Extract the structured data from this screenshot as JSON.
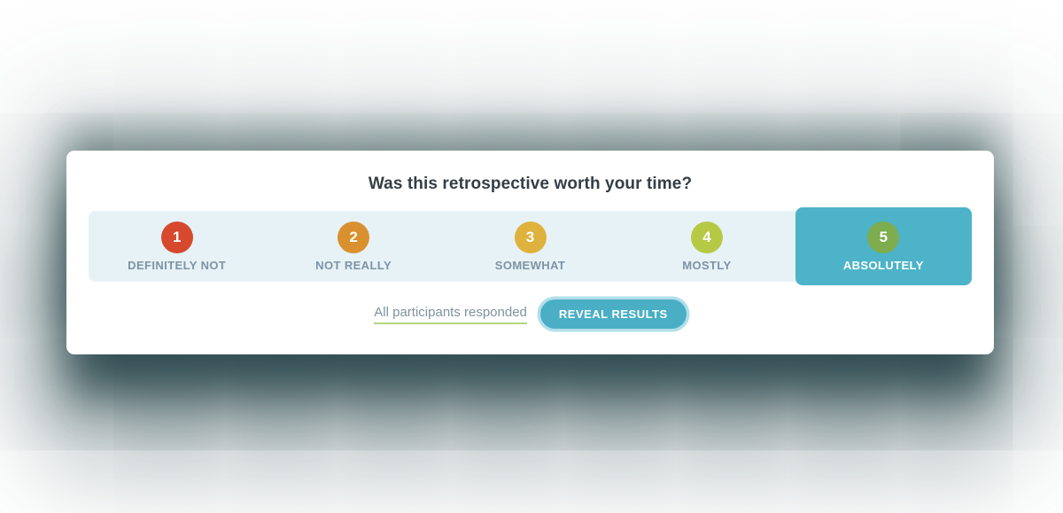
{
  "question": {
    "title": "Was this retrospective worth your time?"
  },
  "scale": {
    "row_bg": "#e7f2f6",
    "label_color": "#7e93a5",
    "selected_bg": "#4db3c9",
    "options": [
      {
        "value": "1",
        "label": "DEFINITELY NOT",
        "color": "#d6492e",
        "selected": false
      },
      {
        "value": "2",
        "label": "NOT REALLY",
        "color": "#d9912f",
        "selected": false
      },
      {
        "value": "3",
        "label": "SOMEWHAT",
        "color": "#dfb23d",
        "selected": false
      },
      {
        "value": "4",
        "label": "MOSTLY",
        "color": "#b6c944",
        "selected": false
      },
      {
        "value": "5",
        "label": "ABSOLUTELY",
        "color": "#7ead4f",
        "selected": true
      }
    ]
  },
  "footer": {
    "status_text": "All participants responded",
    "status_underline_color": "#b5d47e",
    "reveal_button_label": "REVEAL RESULTS",
    "button_bg": "#4aafc5",
    "button_ring_color": "#b2dfea"
  }
}
